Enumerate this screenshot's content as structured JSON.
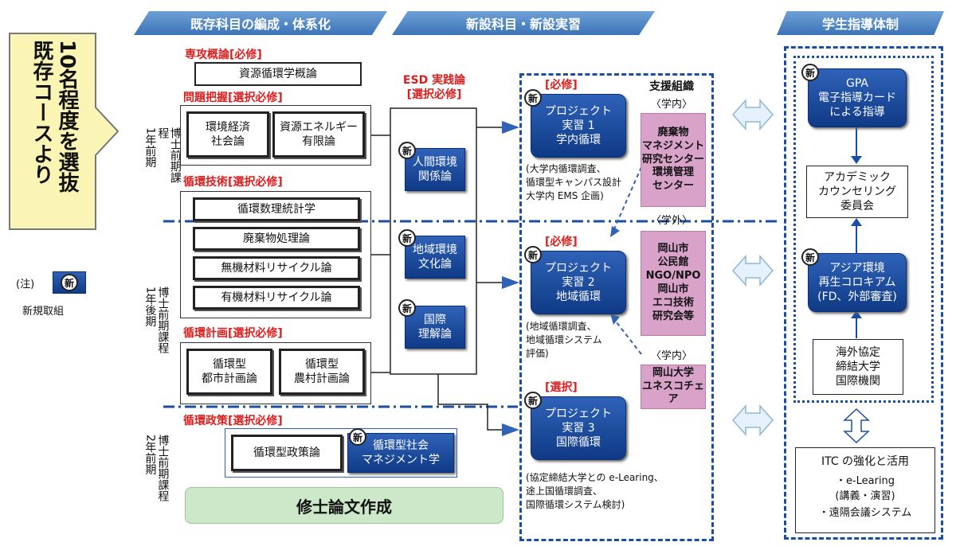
{
  "headers": {
    "existing": "既存科目の編成・体系化",
    "new": "新設科目・新設実習",
    "guidance": "学生指導体制"
  },
  "selection": {
    "line1": "10名程度を選抜",
    "line2": "既存コースより"
  },
  "legend": {
    "paren": "(注)",
    "badge": "新",
    "caption": "新規取組"
  },
  "period_labels": {
    "p1a": "博士前期課程",
    "p1a_year": "1年前期",
    "p1b": "博士前期課程",
    "p1b_year": "1年後期",
    "p2": "博士前期課程",
    "p2_year": "2年前期"
  },
  "existing": {
    "major_label": "専攻概論[必修]",
    "major_course": "資源循環学概論",
    "problem_label": "問題把握[選択必修]",
    "problem_courses": [
      "環境経済\n社会論",
      "資源エネルギー\n有限論"
    ],
    "tech_label": "循環技術[選択必修]",
    "tech_courses": [
      "循環数理統計学",
      "廃棄物処理論",
      "無機材料リサイクル論",
      "有機材料リサイクル論"
    ],
    "plan_label": "循環計画[選択必修]",
    "plan_courses": [
      "循環型\n都市計画論",
      "循環型\n農村計画論"
    ],
    "policy_label": "循環政策[選択必修]",
    "policy_course": "循環型政策論",
    "policy_new_course": "循環型社会\nマネジメント学",
    "thesis": "修士論文作成"
  },
  "esd": {
    "label": "ESD 実践論\n[選択必修]",
    "courses": [
      "人間環境\n関係論",
      "地域環境\n文化論",
      "国際\n理解論"
    ]
  },
  "projects": [
    {
      "tag": "[必修]",
      "title": "プロジェクト\n実習 1\n学内循環",
      "note": "(大学内循環調査、\n循環型キャンパス設計\n大学内 EMS 企画)"
    },
    {
      "tag": "[必修]",
      "title": "プロジェクト\n実習 2\n地域循環",
      "note": "(地域循環調査、\n地域循環システム\n評価)"
    },
    {
      "tag": "[選択]",
      "title": "プロジェクト\n実習 3\n国際循環",
      "note": "(協定締結大学との e-Learing、\n途上国循環調査、\n国際循環システム検討)"
    }
  ],
  "support": {
    "title": "支援組織",
    "inside1": "〈学内〉",
    "org1": "廃棄物\nマネジメント\n研究センター\n環境管理\nセンター",
    "outside": "〈学外〉",
    "org2": "岡山市\n公民館\nNGO/NPO\n岡山市\nエコ技術\n研究会等",
    "inside2": "〈学内〉",
    "org3": "岡山大学\nユネスコチェア"
  },
  "guidance": {
    "gpa": "GPA\n電子指導カード\nによる指導",
    "academic": "アカデミック\nカウンセリング\n委員会",
    "asia": "アジア環境\n再生コロキアム\n(FD、外部審査)",
    "overseas": "海外協定\n締結大学\n国際機関",
    "itc_title": "ITC の強化と活用",
    "itc_item1": "・e-Learing\n(講義・演習)",
    "itc_item2": "・遠隔会議システム"
  },
  "colors": {
    "header": "#3c74b8",
    "navy": "#0f3a86",
    "pink": "#d9a3c9",
    "red": "#d91e1e",
    "green": "#cde8c8",
    "yellow": "#fbf5b5"
  }
}
